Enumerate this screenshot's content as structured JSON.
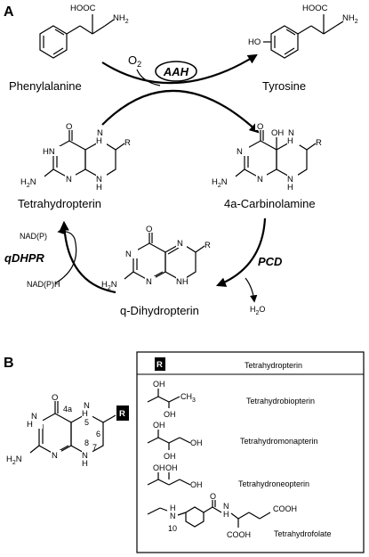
{
  "panels": {
    "a": "A",
    "b": "B"
  },
  "compounds": {
    "phenylalanine": "Phenylalanine",
    "tyrosine": "Tyrosine",
    "tetrahydropterin": "Tetrahydropterin",
    "carbinolamine": "4a-Carbinolamine",
    "dihydropterin": "q-Dihydropterin"
  },
  "enzymes": {
    "aah": "AAH",
    "pcd": "PCD",
    "qdhpr": "qDHPR"
  },
  "cofactors": {
    "o2": "O2",
    "water": "H2O",
    "nadp": "NAD(P)",
    "nadph": "NAD(P)H"
  },
  "atoms": {
    "hooc": "HOOC",
    "nh2": "NH2",
    "ho": "HO",
    "o": "O",
    "oh": "OH",
    "n": "N",
    "hn": "HN",
    "nh": "NH",
    "h": "H",
    "h2n": "H2N",
    "r": "R",
    "ch3": "CH3"
  },
  "numbering": {
    "n5": "5",
    "n8": "8",
    "c6": "6",
    "c7": "7",
    "c4a": "4a",
    "n10": "10"
  },
  "table": {
    "header_r": "R",
    "header_name": "Tetrahydropterin",
    "rows": [
      "Tetrahydrobiopterin",
      "Tetrahydromonapterin",
      "Tetrahydroneopterin",
      "Tetrahydrofolate"
    ],
    "folate_acids": {
      "cooh_top": "COOH",
      "cooh_bottom": "COOH"
    }
  }
}
